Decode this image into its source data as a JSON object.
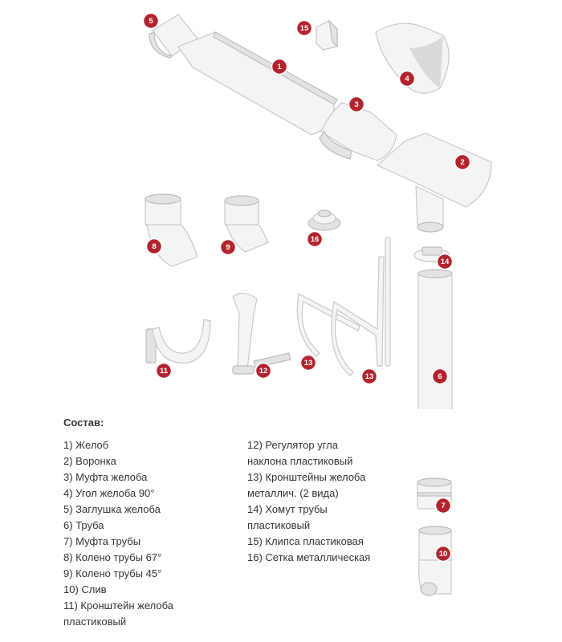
{
  "legend": {
    "title": "Состав:",
    "col1": [
      "1) Желоб",
      "2) Воронка",
      "3) Муфта желоба",
      "4) Угол желоба 90°",
      "5) Заглушка желоба",
      "6) Труба",
      "7) Муфта трубы",
      "8) Колено трубы 67°",
      "9) Колено трубы 45°",
      "10) Слив",
      "11) Кронштейн желоба пластиковый"
    ],
    "col2": [
      "12) Регулятор угла наклона пластиковый",
      "13) Кронштейны желоба металлич. (2 вида)",
      "14) Хомут трубы пластиковый",
      "15) Клипса пластиковая",
      "16) Сетка металлическая"
    ]
  },
  "badges": [
    "1",
    "2",
    "3",
    "4",
    "5",
    "6",
    "7",
    "8",
    "9",
    "10",
    "11",
    "12",
    "13",
    "13",
    "14",
    "15",
    "16"
  ],
  "colors": {
    "badge": "#b3232e",
    "part_fill": "#f4f4f4",
    "part_stroke": "#c9c9c9"
  }
}
